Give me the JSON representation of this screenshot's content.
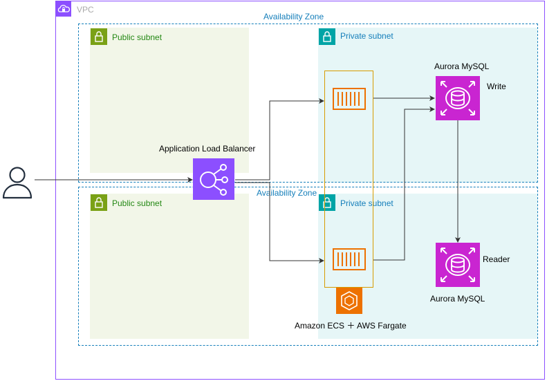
{
  "vpc": {
    "label": "VPC",
    "icon": "vpc-cloud-lock-icon"
  },
  "availability_zones": [
    {
      "label": "Availability Zone"
    },
    {
      "label": "Availability Zone"
    }
  ],
  "subnets": {
    "public_1": {
      "label": "Public subnet",
      "icon": "lock-icon"
    },
    "private_1": {
      "label": "Private subnet",
      "icon": "lock-icon"
    },
    "public_2": {
      "label": "Public subnet",
      "icon": "lock-icon"
    },
    "private_2": {
      "label": "Private subnet",
      "icon": "lock-icon"
    }
  },
  "nodes": {
    "user": {
      "icon": "user-icon"
    },
    "alb": {
      "label": "Application Load Balancer",
      "icon": "load-balancer-icon",
      "color": "#8c4fff"
    },
    "ecs_fargate": {
      "label": "Amazon ECS ＋ AWS Fargate",
      "icon": "ecs-icon",
      "color": "#ed7100"
    },
    "container_1": {
      "icon": "container-icon",
      "color": "#ed7100"
    },
    "container_2": {
      "icon": "container-icon",
      "color": "#ed7100"
    },
    "aurora_writer": {
      "label": "Aurora MySQL",
      "role": "Write",
      "icon": "aurora-icon",
      "color": "#c925d1"
    },
    "aurora_reader": {
      "label": "Aurora MySQL",
      "role": "Reader",
      "icon": "aurora-icon",
      "color": "#c925d1"
    }
  },
  "colors": {
    "vpc_border": "#8c4fff",
    "az_border": "#147eba",
    "public_subnet_bg": "#f2f6e8",
    "private_subnet_bg": "#e6f6f7",
    "public_subnet_accent": "#7aa116",
    "private_subnet_accent": "#00a4a6"
  }
}
